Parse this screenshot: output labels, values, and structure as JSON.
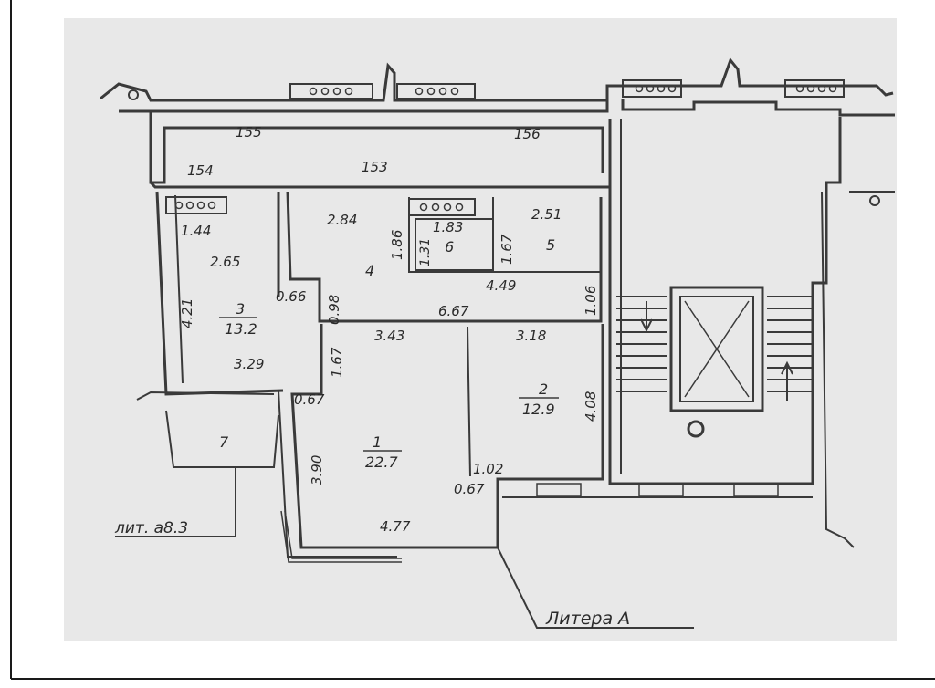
{
  "plan": {
    "wall_numbers": [
      "155",
      "156",
      "154",
      "153"
    ],
    "rooms": [
      {
        "id": "1",
        "area": "22.7"
      },
      {
        "id": "2",
        "area": "12.9"
      },
      {
        "id": "3",
        "area": "13.2"
      },
      {
        "id": "4",
        "area": ""
      },
      {
        "id": "5",
        "area": ""
      },
      {
        "id": "6",
        "area": ""
      },
      {
        "id": "7",
        "area": ""
      }
    ],
    "dimensions": [
      "1.44",
      "2.65",
      "4.21",
      "0.66",
      "3.29",
      "0.67",
      "2.84",
      "1.86",
      "1.31",
      "1.83",
      "1.67",
      "2.51",
      "0.98",
      "4.49",
      "1.06",
      "6.67",
      "3.43",
      "3.18",
      "1.67",
      "4.08",
      "3.90",
      "1.02",
      "0.67",
      "4.77"
    ],
    "labels": {
      "lit_a83": "лит. а8.3",
      "litera_a": "Литера А"
    }
  },
  "colors": {
    "background": "#e8e8e8",
    "lines": "#3a3a3a",
    "frame": "#1a1a1a"
  }
}
